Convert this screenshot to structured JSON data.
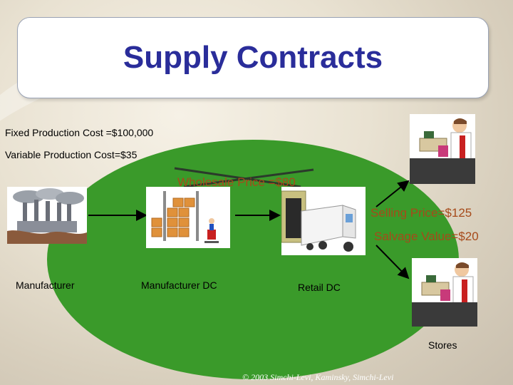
{
  "title": "Supply Contracts",
  "labels": {
    "fixed_cost": "Fixed Production Cost =$100,000",
    "variable_cost": "Variable Production Cost=$35",
    "wholesale_price": "Wholesale Price =$80",
    "selling_price": "Selling Price=$125",
    "salvage_value": "Salvage Value=$20",
    "manufacturer": "Manufacturer",
    "manufacturer_dc": "Manufacturer DC",
    "retail_dc": "Retail DC",
    "stores": "Stores"
  },
  "footer": "© 2003 Simchi-Levi, Kaminsky, Simchi-Levi",
  "colors": {
    "title": "#2a2d9a",
    "oval": "#3a9a2a",
    "price_text": "#a64a1a"
  }
}
